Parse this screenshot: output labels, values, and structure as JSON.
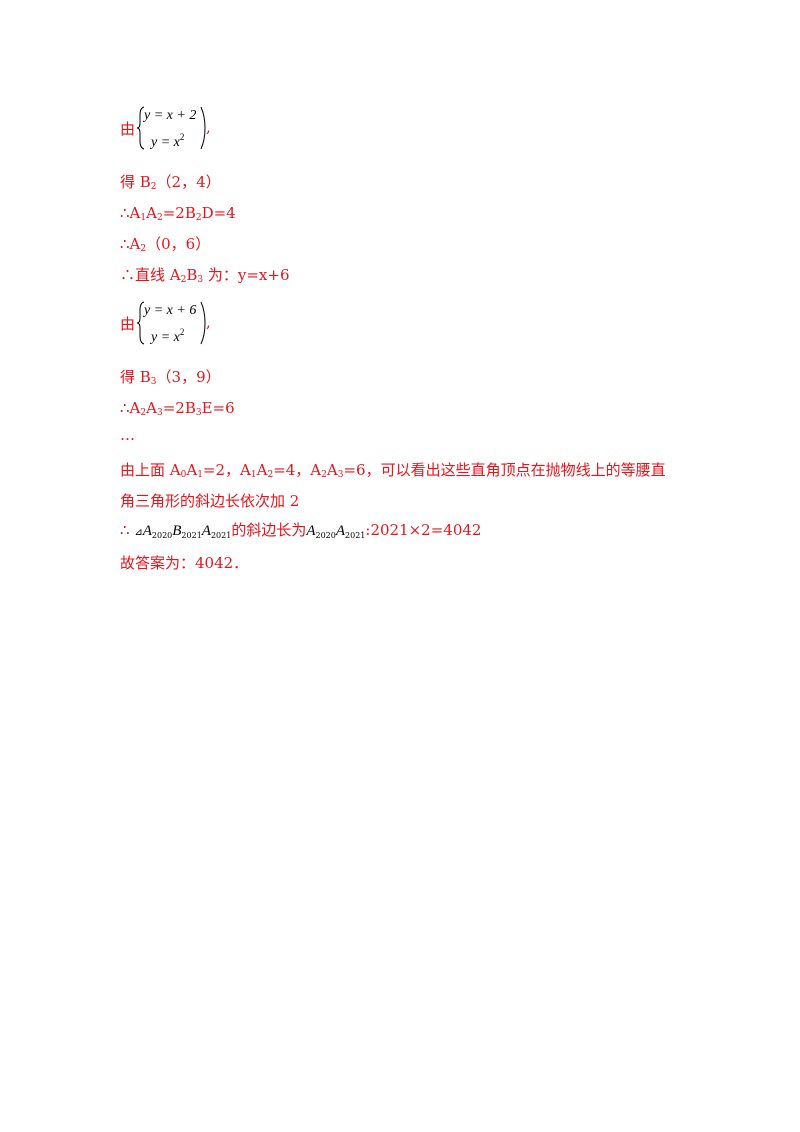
{
  "system1": {
    "prefix": "由",
    "eq1": "y = x + 2",
    "eq2": "y = x",
    "eq2_exp": "2",
    "suffix": ","
  },
  "line_b2": {
    "a": "得 B",
    "s": "2",
    "b": "（2，4）"
  },
  "line_a1a2": {
    "a": "∴A",
    "s1": "1",
    "b": "A",
    "s2": "2",
    "c": "=2B",
    "s3": "2",
    "d": "D=4"
  },
  "line_a2": {
    "a": "∴A",
    "s": "2",
    "b": "（0，6）"
  },
  "line_a2b3": {
    "a": "∴直线 A",
    "s1": "2",
    "b": "B",
    "s2": "3",
    "c": " 为：y=x+6"
  },
  "system2": {
    "prefix": "由",
    "eq1": "y = x + 6",
    "eq2": "y = x",
    "eq2_exp": "2",
    "suffix": ","
  },
  "line_b3": {
    "a": "得 B",
    "s": "3",
    "b": "（3，9）"
  },
  "line_a2a3": {
    "a": "∴A",
    "s1": "2",
    "b": "A",
    "s2": "3",
    "c": "=2B",
    "s3": "3",
    "d": "E=6"
  },
  "ellipsis": "…",
  "summary": {
    "l1_a": "由上面 A",
    "l1_s1": "0",
    "l1_b": "A",
    "l1_s2": "1",
    "l1_c": "=2，A",
    "l1_s3": "1",
    "l1_d": "A",
    "l1_s4": "2",
    "l1_e": "=4，A",
    "l1_s5": "2",
    "l1_f": "A",
    "l1_s6": "3",
    "l1_g": "=6，可以看出这些直角顶点在抛物线上的等腰直",
    "l2": "角三角形的斜边长依次加 2"
  },
  "result": {
    "therefore": "∴",
    "tri": "⊿",
    "A": "A",
    "B": "B",
    "n2020": "2020",
    "n2021": "2021",
    "mid": "的斜边长为",
    "tail": ":2021×2=4042"
  },
  "answer": "故答案为：4042．"
}
